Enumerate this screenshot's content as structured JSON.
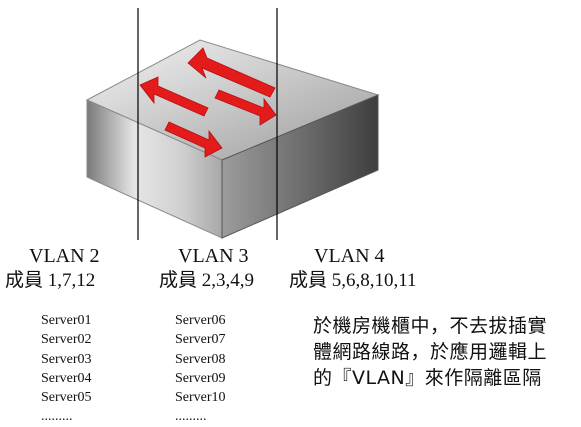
{
  "diagram": {
    "arrow_color": "#e31b1b",
    "divider_color": "#000000"
  },
  "groups": [
    {
      "title": "VLAN 2",
      "members": "成員 1,7,12",
      "servers": [
        "Server01",
        "Server02",
        "Server03",
        "Server04",
        "Server05",
        "........."
      ]
    },
    {
      "title": "VLAN 3",
      "members": "成員 2,3,4,9",
      "servers": [
        "Server06",
        "Server07",
        "Server08",
        "Server09",
        "Server10",
        "........."
      ]
    },
    {
      "title": "VLAN 4",
      "members": "成員 5,6,8,10,11",
      "servers": []
    }
  ],
  "note": {
    "lines": [
      "於機房機櫃中，不去拔插實",
      "體網路線路，於應用邏輯上",
      "的『VLAN』來作隔離區隔"
    ]
  }
}
